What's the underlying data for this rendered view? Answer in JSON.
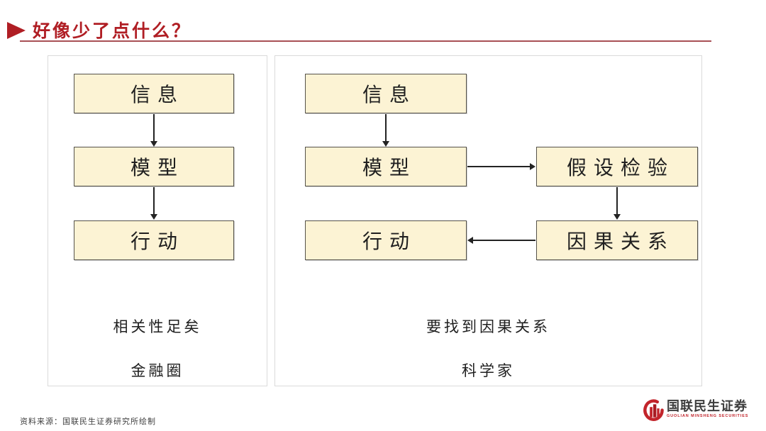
{
  "title": {
    "text": "好像少了点什么？"
  },
  "panels": [
    {
      "caption": "相关性足矣",
      "group": "金融圈",
      "nodes": {
        "info": "信息",
        "model": "模型",
        "action": "行动"
      }
    },
    {
      "caption": "要找到因果关系",
      "group": "科学家",
      "nodes": {
        "info": "信息",
        "model": "模型",
        "hypothesis": "假设检验",
        "causality": "因果关系",
        "action": "行动"
      }
    }
  ],
  "footer": {
    "source": "资料来源：国联民生证券研究所绘制"
  },
  "logo": {
    "name_cn": "国联民生证券",
    "name_en": "GUOLIAN MINSHENG SECURITIES"
  },
  "colors": {
    "accent_red": "#B01E24",
    "rule_red": "#A85055",
    "node_fill": "#FCF3D4",
    "node_border": "#55524A",
    "panel_border": "#DADADA",
    "text_dark": "#1F1F1F",
    "logo_red": "#C2242B"
  }
}
